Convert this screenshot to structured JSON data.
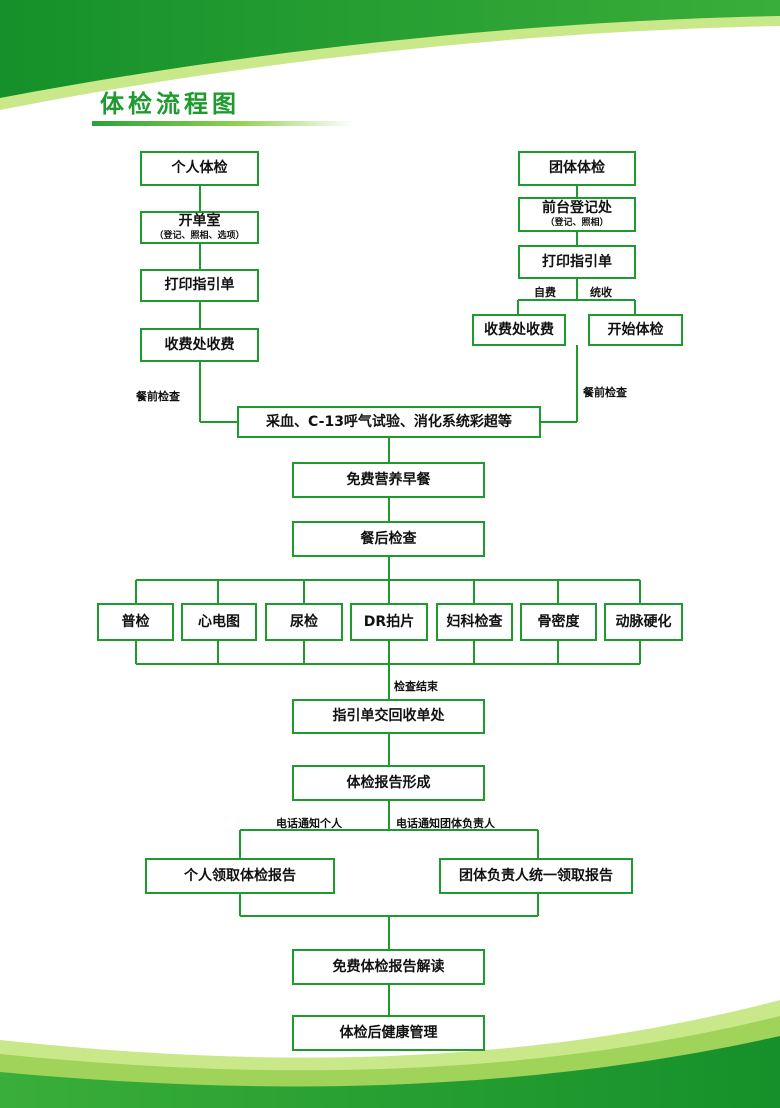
{
  "title": "体检流程图",
  "colors": {
    "accent": "#1e9a2e",
    "light_green": "#9fd35a",
    "text": "#111111"
  },
  "individual": {
    "start": "个人体检",
    "register": {
      "label": "开单室",
      "note": "（登记、照相、选项）"
    },
    "print": "打印指引单",
    "pay": "收费处收费",
    "edge_label": "餐前检查"
  },
  "group": {
    "start": "团体体检",
    "register": {
      "label": "前台登记处",
      "note": "（登记、照相）"
    },
    "print": "打印指引单",
    "self_pay_label": "自费",
    "unified_pay_label": "统收",
    "pay": "收费处收费",
    "begin": "开始体检",
    "edge_label": "餐前检查"
  },
  "flow": {
    "fasting_tests": "采血、C-13呼气试验、消化系统彩超等",
    "breakfast": "免费营养早餐",
    "after_meal": "餐后检查",
    "exams": [
      "普检",
      "心电图",
      "尿检",
      "DR拍片",
      "妇科检查",
      "骨密度",
      "动脉硬化"
    ],
    "exam_end_label": "检查结束",
    "return_sheet": "指引单交回收单处",
    "report_formed": "体检报告形成",
    "notify_individual_label": "电话通知个人",
    "notify_group_label": "电话通知团体负责人",
    "individual_report": "个人领取体检报告",
    "group_report": "团体负责人统一领取报告",
    "report_interpret": "免费体检报告解读",
    "health_management": "体检后健康管理"
  }
}
